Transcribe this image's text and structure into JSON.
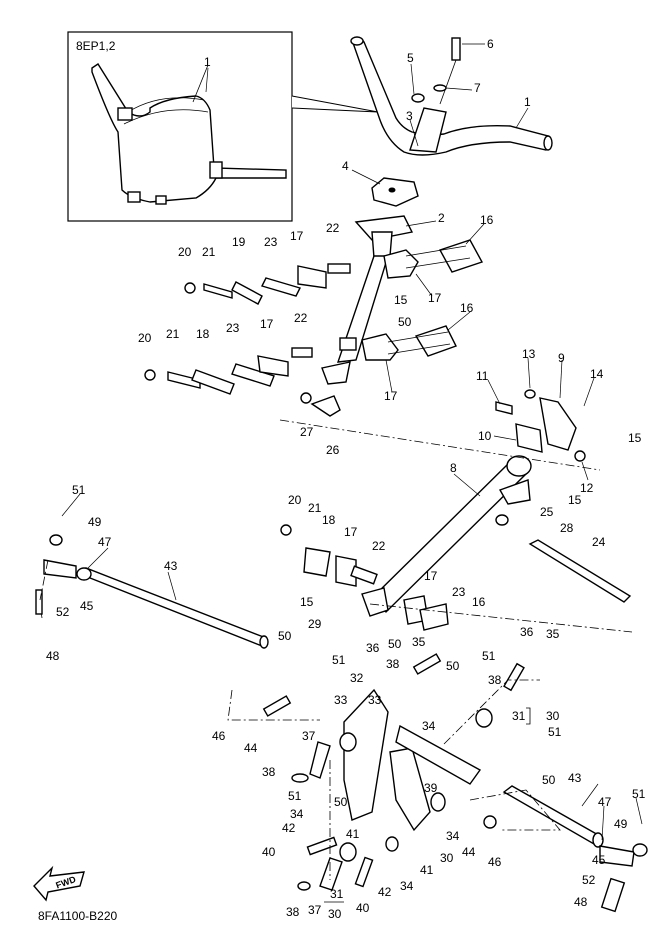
{
  "inset": {
    "label": "8EP1,2",
    "callout": "1"
  },
  "drawing_code": "8FA1100-B220",
  "fwd_label": "FWD",
  "callouts": {
    "c1": "1",
    "c2": "2",
    "c3": "3",
    "c4": "4",
    "c5": "5",
    "c6": "6",
    "c7": "7",
    "c8": "8",
    "c9": "9",
    "c10": "10",
    "c11": "11",
    "c12": "12",
    "c13": "13",
    "c14": "14",
    "c15a": "15",
    "c15b": "15",
    "c15c": "15",
    "c15d": "15",
    "c16a": "16",
    "c16b": "16",
    "c16c": "16",
    "c17a": "17",
    "c17b": "17",
    "c17c": "17",
    "c17d": "17",
    "c17e": "17",
    "c17f": "17",
    "c18a": "18",
    "c18b": "18",
    "c19": "19",
    "c20a": "20",
    "c20b": "20",
    "c20c": "20",
    "c21a": "21",
    "c21b": "21",
    "c21c": "21",
    "c22a": "22",
    "c22b": "22",
    "c22c": "22",
    "c23a": "23",
    "c23b": "23",
    "c23c": "23",
    "c24": "24",
    "c25": "25",
    "c26": "26",
    "c27": "27",
    "c28": "28",
    "c29": "29",
    "c30a": "30",
    "c30b": "30",
    "c30c": "30",
    "c31a": "31",
    "c31b": "31",
    "c32": "32",
    "c33a": "33",
    "c33b": "33",
    "c34a": "34",
    "c34b": "34",
    "c34c": "34",
    "c34d": "34",
    "c35a": "35",
    "c35b": "35",
    "c36a": "36",
    "c36b": "36",
    "c37a": "37",
    "c37b": "37",
    "c38a": "38",
    "c38b": "38",
    "c38c": "38",
    "c38d": "38",
    "c39": "39",
    "c40a": "40",
    "c40b": "40",
    "c41a": "41",
    "c41b": "41",
    "c42a": "42",
    "c42b": "42",
    "c43a": "43",
    "c43b": "43",
    "c44a": "44",
    "c44b": "44",
    "c45a": "45",
    "c45b": "45",
    "c46a": "46",
    "c46b": "46",
    "c47a": "47",
    "c47b": "47",
    "c48a": "48",
    "c48b": "48",
    "c49a": "49",
    "c49b": "49",
    "c50a": "50",
    "c50b": "50",
    "c50c": "50",
    "c50d": "50",
    "c50e": "50",
    "c50f": "50",
    "c51a": "51",
    "c51b": "51",
    "c51c": "51",
    "c51d": "51",
    "c51e": "51",
    "c51f": "51",
    "c52a": "52",
    "c52b": "52"
  }
}
